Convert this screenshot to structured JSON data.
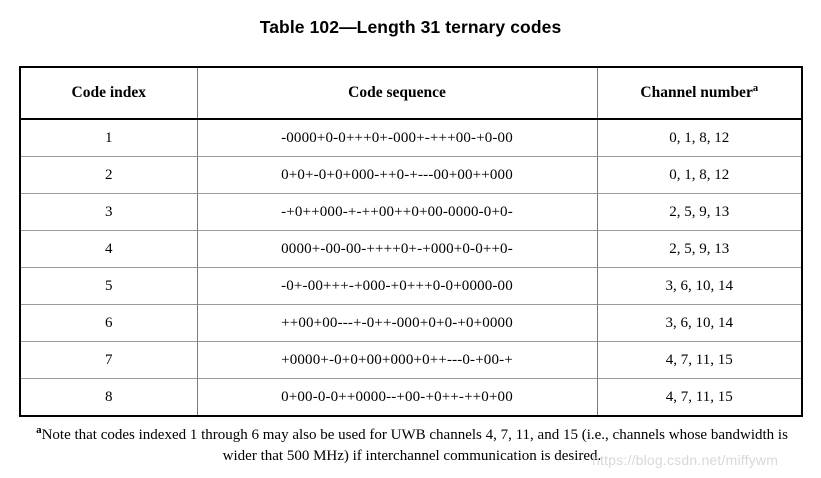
{
  "title": "Table 102—Length 31 ternary codes",
  "table": {
    "columns": [
      {
        "key": "code_index",
        "label": "Code index"
      },
      {
        "key": "code_sequence",
        "label": "Code sequence"
      },
      {
        "key": "channel_number",
        "label": "Channel number",
        "footnote_mark": "a"
      }
    ],
    "rows": [
      {
        "code_index": "1",
        "code_sequence": "-0000+0-0+++0+-000+-+++00-+0-00",
        "channel_number": "0, 1, 8, 12"
      },
      {
        "code_index": "2",
        "code_sequence": "0+0+-0+0+000-++0-+---00+00++000",
        "channel_number": "0, 1, 8, 12"
      },
      {
        "code_index": "3",
        "code_sequence": "-+0++000-+-++00++0+00-0000-0+0-",
        "channel_number": "2, 5, 9, 13"
      },
      {
        "code_index": "4",
        "code_sequence": "0000+-00-00-++++0+-+000+0-0++0-",
        "channel_number": "2, 5, 9, 13"
      },
      {
        "code_index": "5",
        "code_sequence": "-0+-00+++-+000-+0+++0-0+0000-00",
        "channel_number": "3, 6, 10, 14"
      },
      {
        "code_index": "6",
        "code_sequence": "++00+00---+-0++-000+0+0-+0+0000",
        "channel_number": "3, 6, 10, 14"
      },
      {
        "code_index": "7",
        "code_sequence": "+0000+-0+0+00+000+0++---0-+00-+",
        "channel_number": "4, 7, 11, 15"
      },
      {
        "code_index": "8",
        "code_sequence": "0+00-0-0++0000--+00-+0++-++0+00",
        "channel_number": "4, 7, 11, 15"
      }
    ]
  },
  "footnote": {
    "mark": "a",
    "text": "Note that codes indexed 1 through 6 may also be used for UWB channels 4, 7, 11, and 15 (i.e., channels whose bandwidth is wider that 500 MHz) if interchannel communication is desired."
  },
  "watermark": {
    "text": "https://blog.csdn.net/miffywm"
  },
  "colors": {
    "page_background": "#ffffff",
    "text": "#000000",
    "table_outer_border": "#000000",
    "table_inner_rule": "#9a9a9a",
    "watermark": "#d8d8d8"
  }
}
